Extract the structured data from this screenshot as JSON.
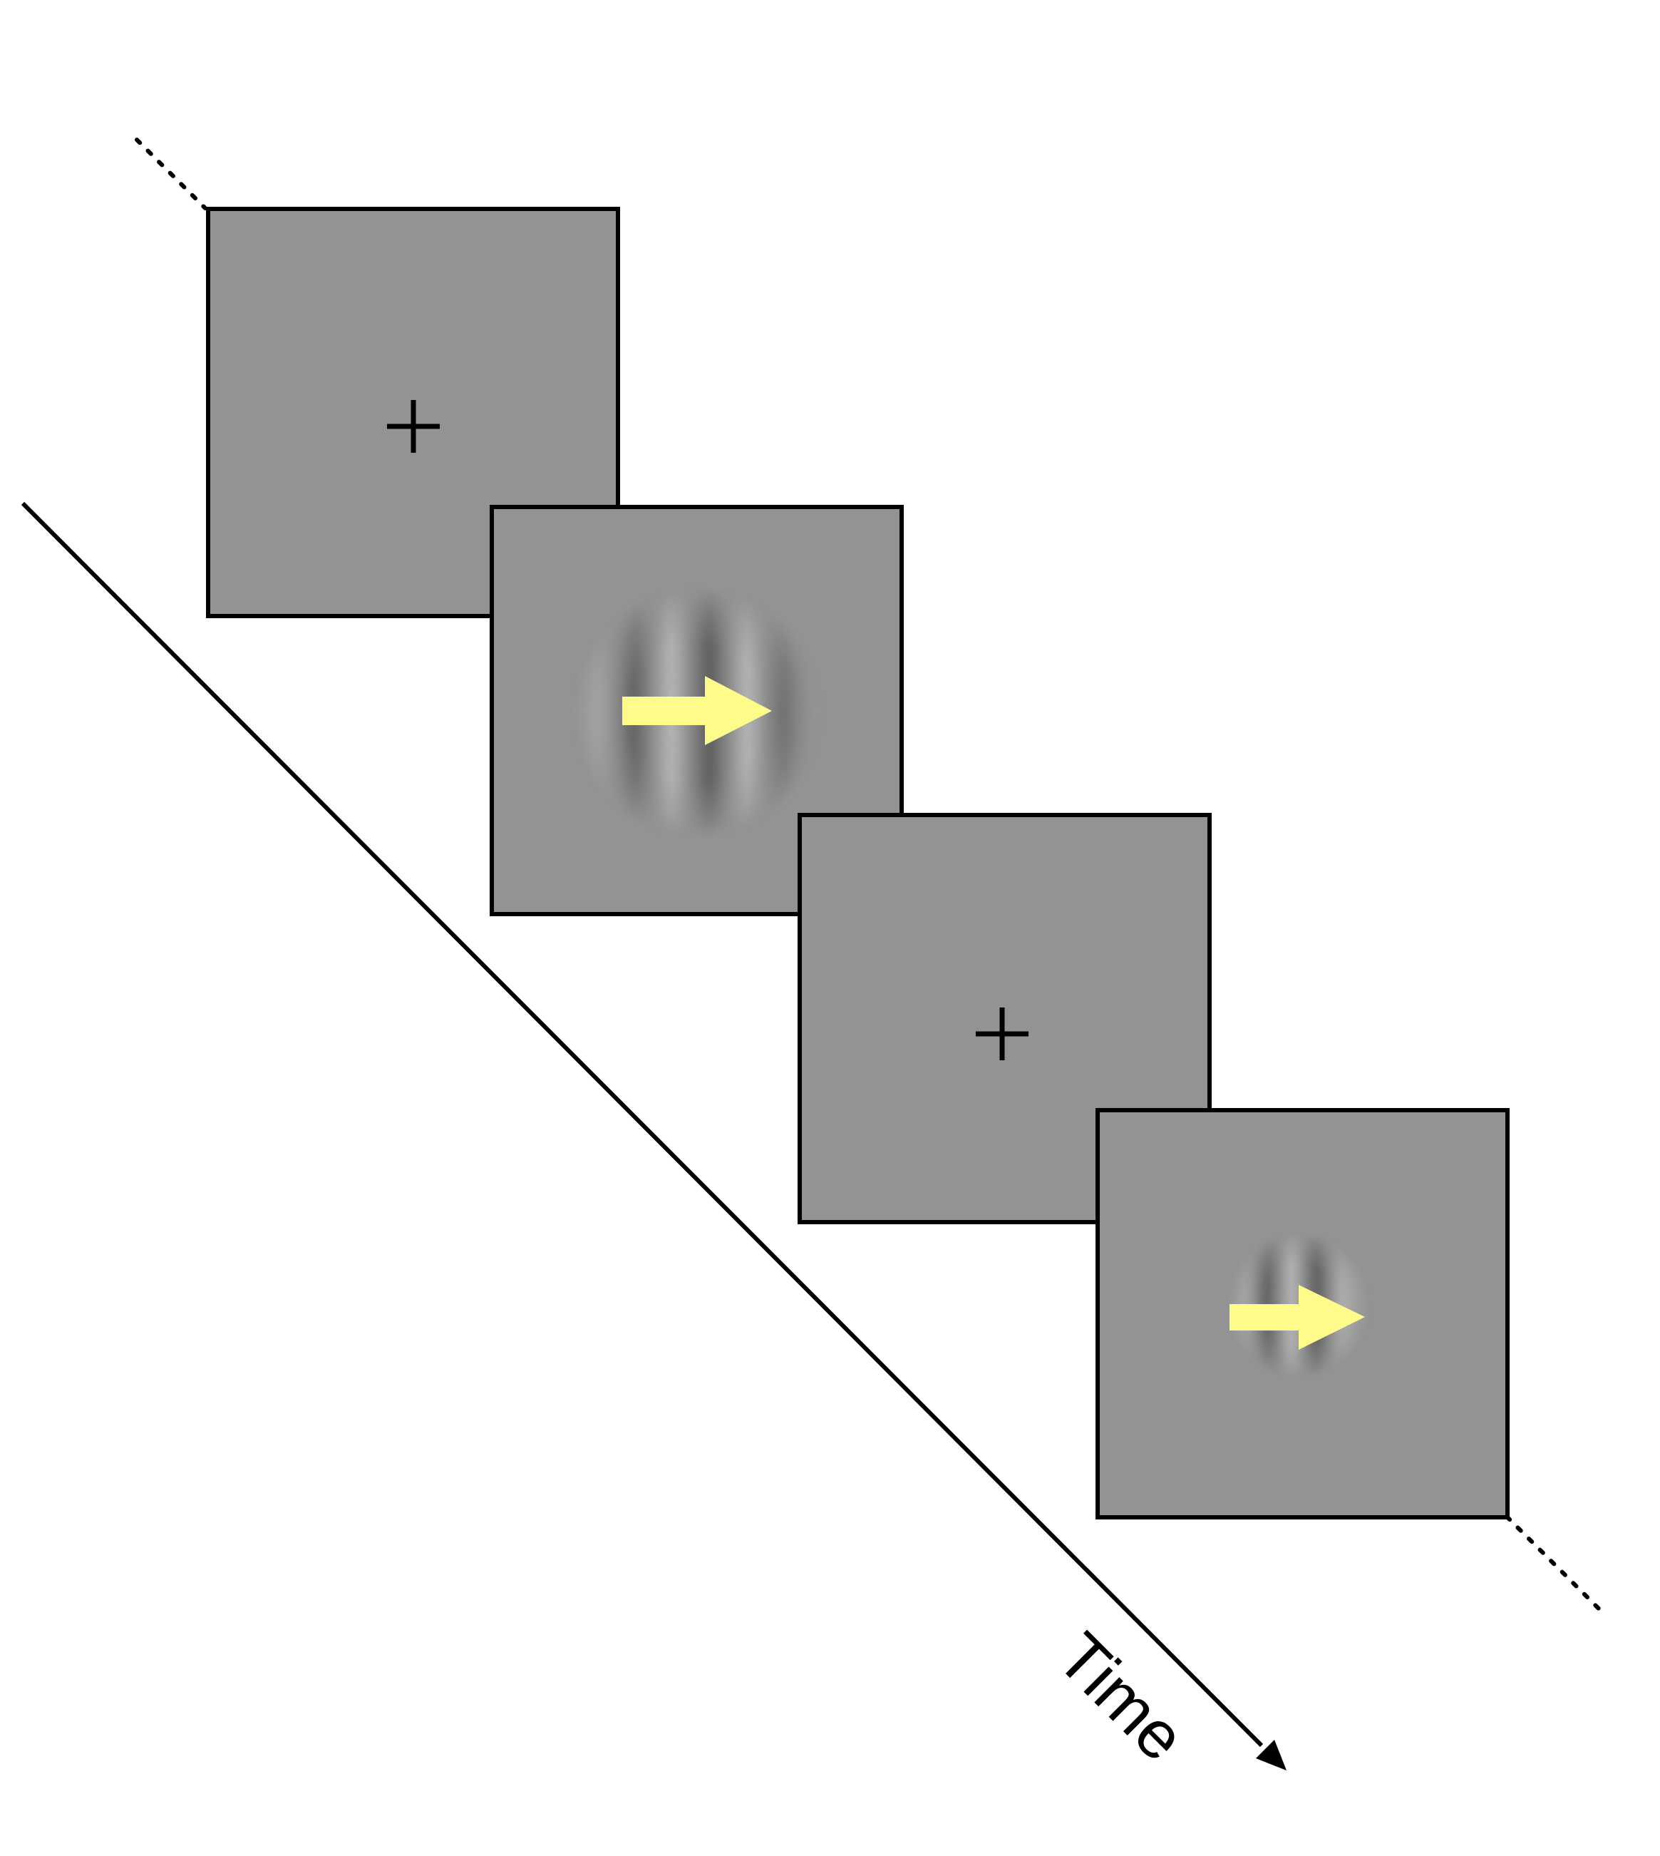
{
  "diagram": {
    "time_axis_label": "Time",
    "frames": [
      {
        "content": "fixation-cross"
      },
      {
        "content": "grating-with-arrow",
        "grating": "large",
        "arrow_direction": "right"
      },
      {
        "content": "fixation-cross"
      },
      {
        "content": "grating-with-arrow",
        "grating": "small",
        "arrow_direction": "right"
      }
    ],
    "colors": {
      "background": "#ffffff",
      "screen": "#939393",
      "outline": "#000000",
      "arrow": "#fdfb8a"
    }
  }
}
